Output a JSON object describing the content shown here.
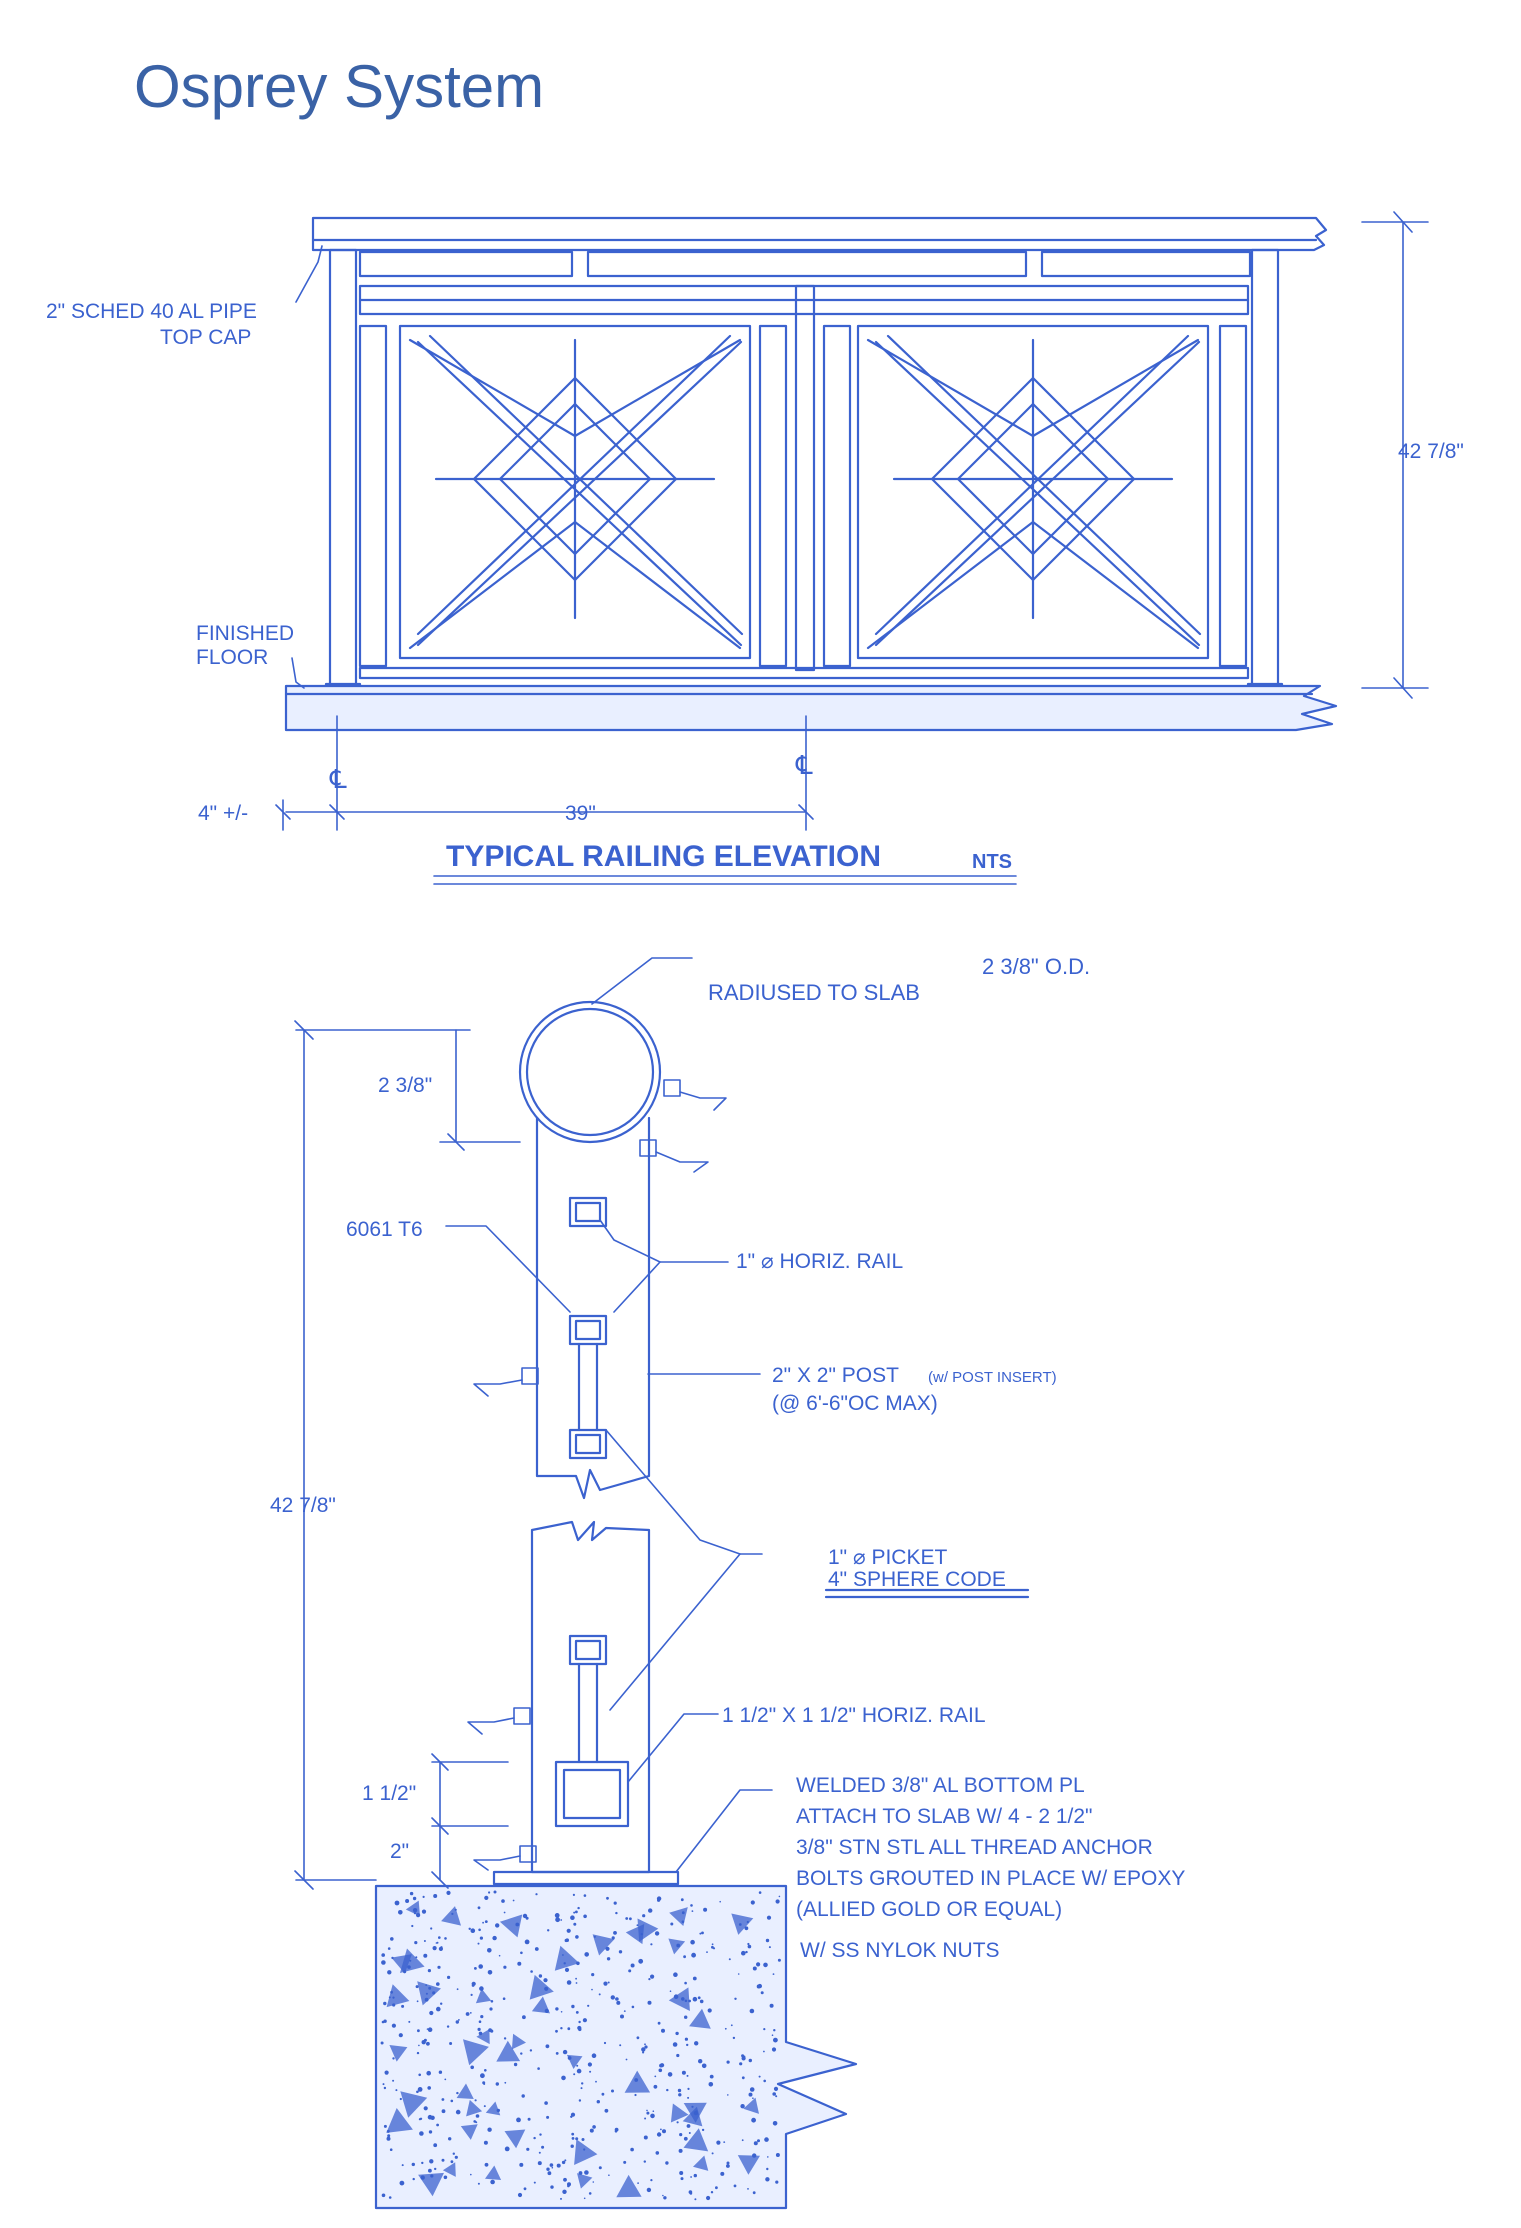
{
  "title": "Osprey System",
  "colors": {
    "title": "#3a62a6",
    "line": "#3b62cf",
    "fill": "#e9efff"
  },
  "elevation": {
    "callout_top_cap_1": "2\" SCHED 40 AL PIPE",
    "callout_top_cap_2": "TOP CAP",
    "callout_floor_1": "FINISHED",
    "callout_floor_2": "FLOOR",
    "height_dim": "42  7/8\"",
    "offset_dim": "4\" +/-",
    "span_dim": "39\"",
    "centerline_symbol": "℄",
    "caption": "TYPICAL RAILING ELEVATION",
    "caption_suffix": "NTS"
  },
  "section": {
    "od_label": "2 3/8\" O.D.",
    "radiused_label": "RADIUSED TO SLAB",
    "cap_dim": "2 3/8\"",
    "material": "6061 T6",
    "horiz_rail_1in": "1\" ⌀ HORIZ. RAIL",
    "post_1": "2\" X 2\" POST",
    "post_insert": "(w/ POST INSERT)",
    "post_2": "(@ 6'-6\"OC MAX)",
    "picket_1": "1\" ⌀ PICKET",
    "picket_2": "4\" SPHERE CODE",
    "total_dim": "42  7/8\"",
    "bottom_rail": "1 1/2\" X 1 1/2\"  HORIZ. RAIL",
    "rail_dim": "1 1/2\"",
    "base_dim": "2\"",
    "note_lines": [
      "WELDED 3/8\" AL BOTTOM PL",
      "ATTACH TO SLAB W/ 4 - 2 1/2\"",
      "3/8\" STN STL ALL THREAD ANCHOR",
      "BOLTS GROUTED IN PLACE W/ EPOXY",
      "(ALLIED GOLD OR EQUAL)",
      "W/ SS NYLOK NUTS"
    ]
  }
}
